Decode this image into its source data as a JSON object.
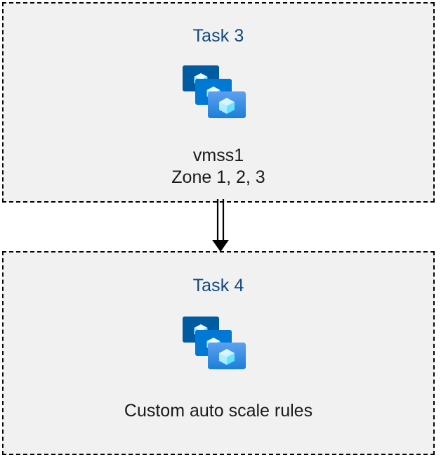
{
  "diagram": {
    "title": "Azure virtual machine scale set tasks diagram",
    "background_color": "#ffffff",
    "box_background_color": "#f1f1f1",
    "box_border_color": "#000000",
    "title_color": "#11487e",
    "label_color": "#1a1a1a",
    "connector_color": "#000000"
  },
  "boxes": [
    {
      "id": "task-3",
      "title": "Task 3",
      "icon": "vmss-icon",
      "labels": [
        "vmss1",
        "Zone 1, 2, 3"
      ]
    },
    {
      "id": "task-4",
      "title": "Task 4",
      "icon": "vmss-icon",
      "labels": [
        "Custom auto scale rules"
      ]
    }
  ],
  "connector": {
    "name": "double-line-arrow-down",
    "direction": "down",
    "from": "Task 3",
    "to": "Task 4"
  },
  "icon_colors": {
    "monitor_back": "#005BA1",
    "monitor_mid": "#0078D4",
    "monitor_front_top": "#5EA0EF",
    "monitor_front_bottom": "#1B7FD8",
    "cube_light": "#C3F1FF",
    "cube_mid": "#9CEBFF",
    "cube_dark": "#50E6FF",
    "stand": "#B3B3B3"
  }
}
